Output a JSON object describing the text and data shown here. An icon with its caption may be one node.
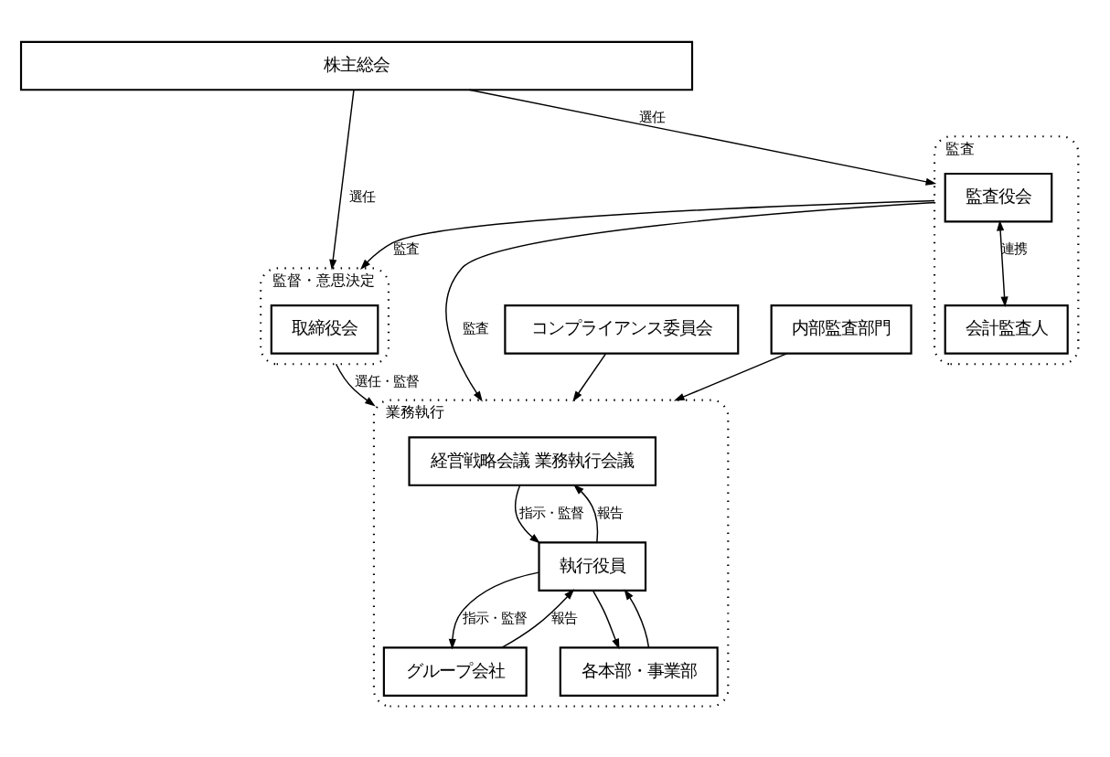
{
  "diagram": {
    "nodes": [
      {
        "text": [
          "株主総会"
        ]
      },
      {
        "text": [
          "監督・意思決定"
        ]
      },
      {
        "text": [
          "取締役会"
        ],
        "in": 1
      },
      {
        "text": [
          "監査"
        ]
      },
      {
        "text": [
          "監査役会"
        ],
        "in": 3
      },
      {
        "text": [
          "会計監査人"
        ],
        "in": 3
      },
      {
        "text": [
          "業務執行"
        ]
      },
      {
        "text": [
          "経営戦略会議 業務執行会議"
        ],
        "in": 6
      },
      {
        "text": [
          "執行役員"
        ],
        "in": 6
      },
      {
        "text": [
          "グループ会社"
        ],
        "in": 6
      },
      {
        "text": [
          "各本部・事業部"
        ],
        "in": 6
      },
      {
        "text": [
          "コンプライアンス委員会"
        ]
      },
      {
        "text": [
          "内部監査部門"
        ]
      }
    ],
    "edges": [
      {
        "from": 0,
        "to": 1,
        "arrow": "to",
        "label": "選任"
      },
      {
        "from": 0,
        "to": 3,
        "arrow": "to",
        "label": "選任"
      },
      {
        "from": 3,
        "to": 1,
        "arrow": "to",
        "label": "監査"
      },
      {
        "from": 1,
        "to": 6,
        "arrow": "to",
        "label": "選任・監督"
      },
      {
        "from": 11,
        "to": 6,
        "arrow": "to"
      },
      {
        "from": 12,
        "to": 6,
        "arrow": "to"
      },
      {
        "from": 3,
        "to": 6,
        "arrow": "to",
        "label": "監査"
      },
      {
        "from": 4,
        "to": 5,
        "arrow": "both",
        "label": "連携"
      },
      {
        "from": 8,
        "to": 7,
        "arrow": "to",
        "label": "報告"
      },
      {
        "from": 7,
        "to": 8,
        "arrow": "to",
        "label": "指示・監督"
      },
      {
        "from": 9,
        "to": 8,
        "arrow": "to",
        "label": "報告"
      },
      {
        "from": 10,
        "to": 8,
        "arrow": "to"
      },
      {
        "from": 8,
        "to": 9,
        "arrow": "to",
        "label": "指示・監督"
      },
      {
        "from": 8,
        "to": 10,
        "arrow": "to"
      }
    ]
  }
}
